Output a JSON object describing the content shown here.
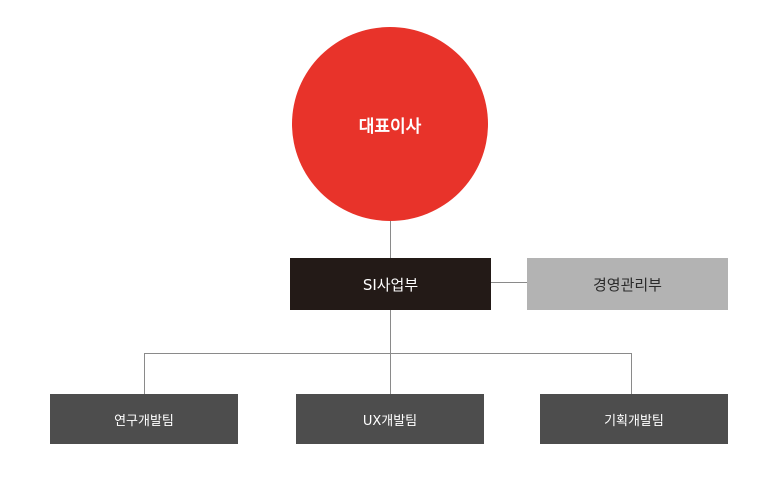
{
  "colors": {
    "ceo": "#e8332a",
    "division": "#231a17",
    "management": "#b3b3b3",
    "team": "#4d4d4d",
    "connector": "#8a8a8a"
  },
  "org": {
    "ceo": {
      "label": "대표이사"
    },
    "division": {
      "label": "SI사업부"
    },
    "management": {
      "label": "경영관리부"
    },
    "teams": [
      {
        "label": "연구개발팀"
      },
      {
        "label": "UX개발팀"
      },
      {
        "label": "기획개발팀"
      }
    ]
  }
}
